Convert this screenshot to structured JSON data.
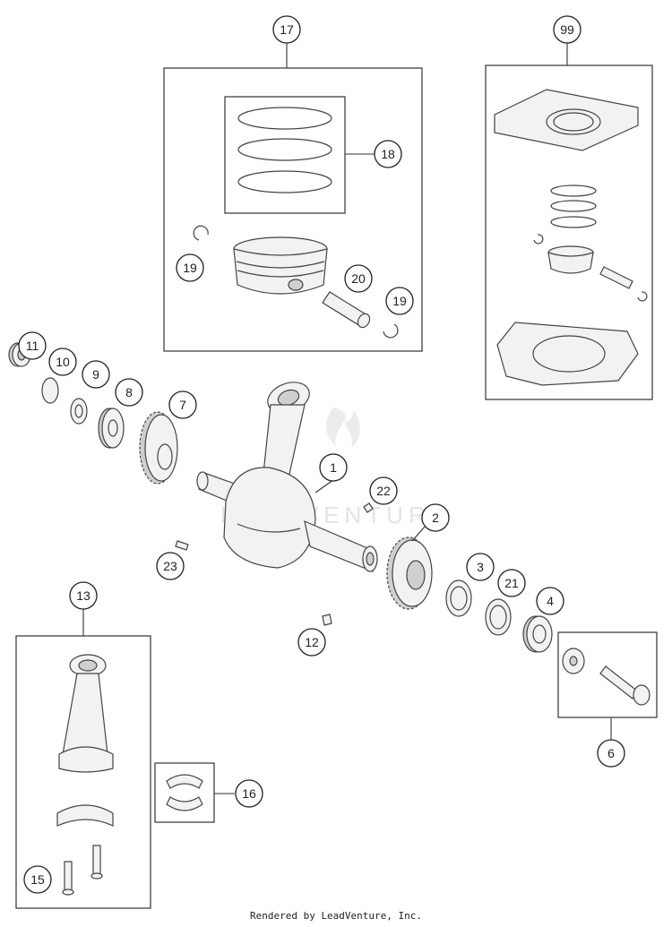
{
  "watermark_text": "LEADVENTURE",
  "footer": {
    "text": "Rendered by LeadVenture, Inc."
  },
  "callouts": {
    "c1": "1",
    "c2": "2",
    "c3": "3",
    "c4": "4",
    "c6": "6",
    "c7": "7",
    "c8": "8",
    "c9": "9",
    "c10": "10",
    "c11": "11",
    "c12": "12",
    "c13": "13",
    "c15": "15",
    "c16": "16",
    "c17": "17",
    "c18": "18",
    "c19a": "19",
    "c19b": "19",
    "c20": "20",
    "c21": "21",
    "c22": "22",
    "c23": "23",
    "c99": "99"
  }
}
